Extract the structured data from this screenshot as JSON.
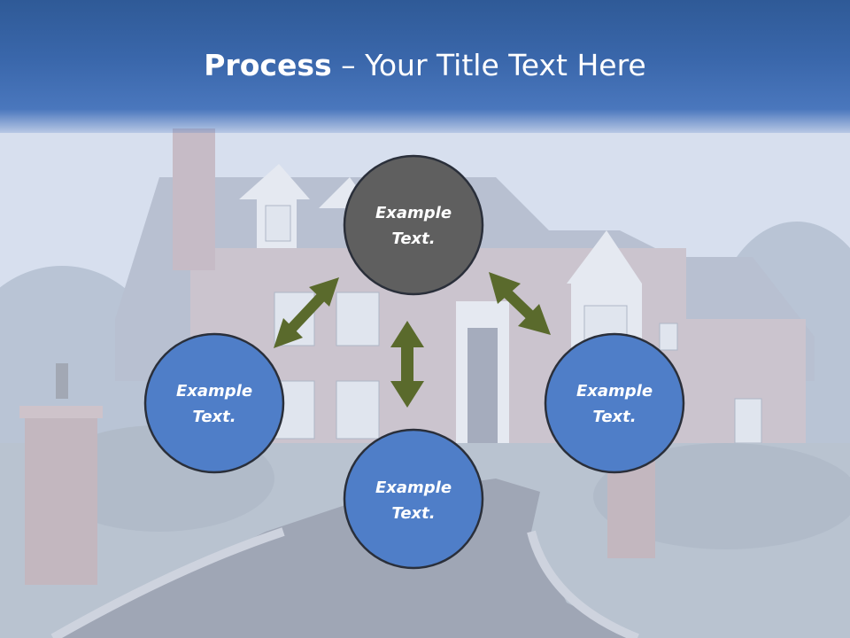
{
  "title": {
    "bold": "Process",
    "dash": " – ",
    "rest": "Your Title Text Here"
  },
  "nodes": [
    {
      "id": "top",
      "line1": "Example",
      "line2": "Text.",
      "fill": "#5f5f5f"
    },
    {
      "id": "left",
      "line1": "Example",
      "line2": "Text.",
      "fill": "#4f7ec8"
    },
    {
      "id": "bottom",
      "line1": "Example",
      "line2": "Text.",
      "fill": "#4f7ec8"
    },
    {
      "id": "right",
      "line1": "Example",
      "line2": "Text.",
      "fill": "#4f7ec8"
    }
  ],
  "colors": {
    "title_band": "#3a67ab",
    "node_outline": "#2a2f3a",
    "arrow": "#5a6a2c"
  }
}
